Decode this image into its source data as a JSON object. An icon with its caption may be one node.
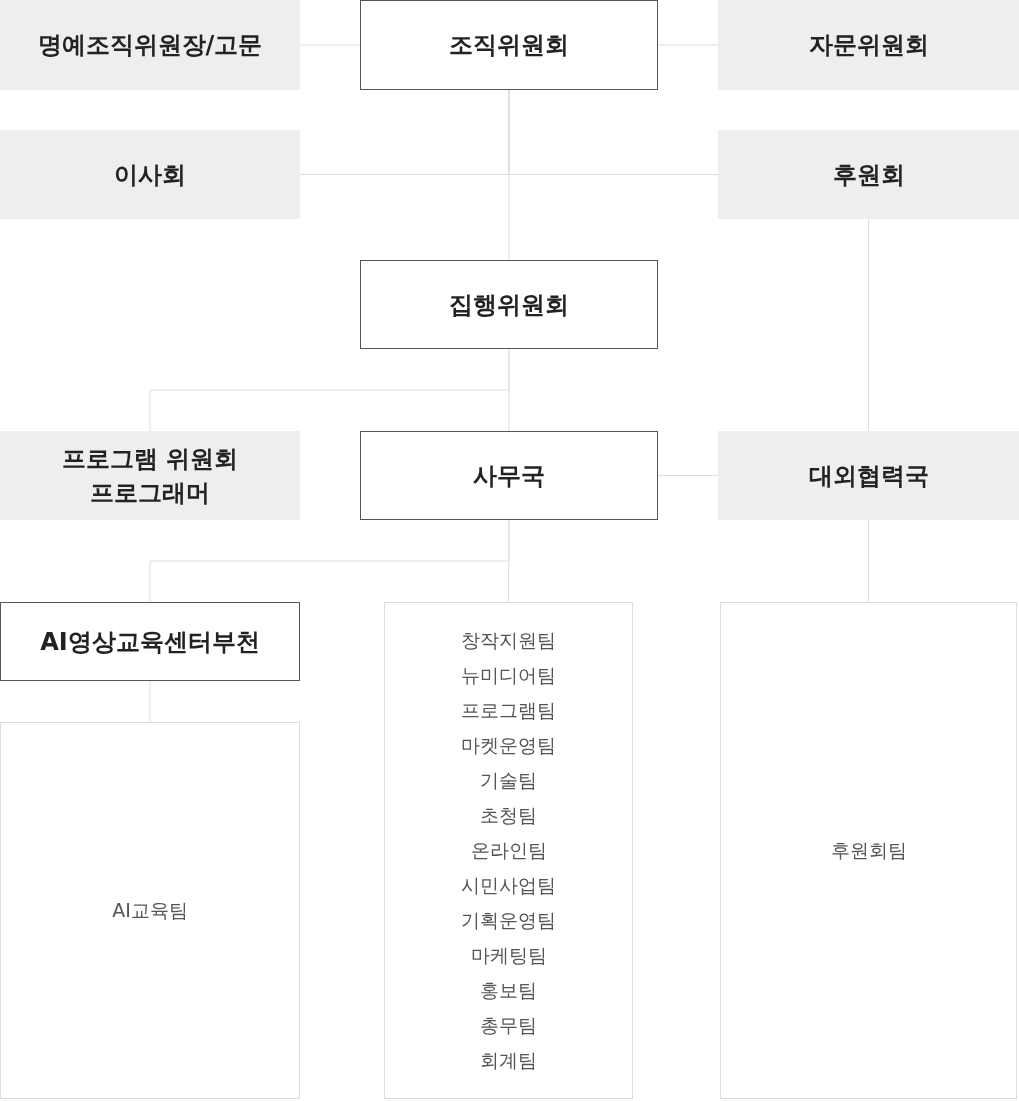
{
  "diagram": {
    "nodes": [
      {
        "text": [
          "명예조직위원장/고문"
        ]
      },
      {
        "text": [
          "조직위원회"
        ]
      },
      {
        "text": [
          "자문위원회"
        ]
      },
      {
        "text": [
          "이사회"
        ]
      },
      {
        "text": [
          "후원회"
        ]
      },
      {
        "text": [
          "집행위원회"
        ]
      },
      {
        "text": [
          "프로그램 위원회",
          "프로그래머"
        ]
      },
      {
        "text": [
          "사무국"
        ]
      },
      {
        "text": [
          "대외협력국"
        ]
      },
      {
        "text": [
          "AI영상교육센터부천"
        ]
      },
      {
        "text": [
          "창작지원팀",
          "뉴미디어팀",
          "프로그램팀",
          "마켓운영팀",
          "기술팀",
          "초청팀",
          "온라인팀",
          "시민사업팀",
          "기획운영팀",
          "마케팅팀",
          "홍보팀",
          "총무팀",
          "회계팀"
        ]
      },
      {
        "text": [
          "후원회팀"
        ]
      },
      {
        "text": [
          "AI교육팀"
        ]
      }
    ],
    "edges": [
      {
        "from": 0,
        "to": 1,
        "arrow": "none"
      },
      {
        "from": 1,
        "to": 2,
        "arrow": "none"
      },
      {
        "from": 1,
        "to": 3,
        "arrow": "none"
      },
      {
        "from": 1,
        "to": 4,
        "arrow": "none"
      },
      {
        "from": 1,
        "to": 5,
        "arrow": "none"
      },
      {
        "from": 4,
        "to": 8,
        "arrow": "none"
      },
      {
        "from": 5,
        "to": 6,
        "arrow": "none"
      },
      {
        "from": 5,
        "to": 7,
        "arrow": "none"
      },
      {
        "from": 7,
        "to": 8,
        "arrow": "none"
      },
      {
        "from": 7,
        "to": 9,
        "arrow": "none"
      },
      {
        "from": 7,
        "to": 10,
        "arrow": "none"
      },
      {
        "from": 8,
        "to": 11,
        "arrow": "none"
      },
      {
        "from": 9,
        "to": 12,
        "arrow": "none"
      }
    ]
  }
}
